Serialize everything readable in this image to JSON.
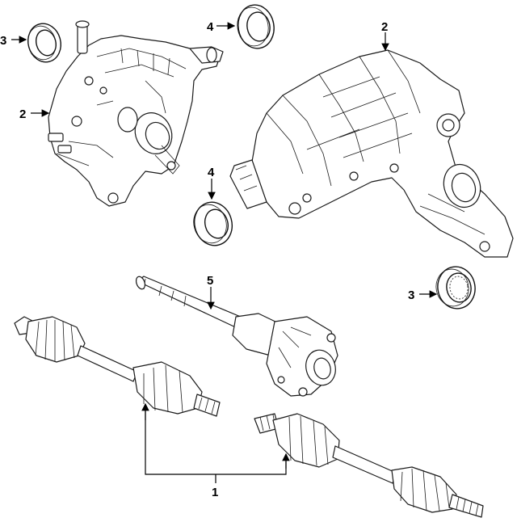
{
  "diagram": {
    "callouts": {
      "c1": "1",
      "c2a": "2",
      "c2b": "2",
      "c3a": "3",
      "c3b": "3",
      "c4a": "4",
      "c4b": "4",
      "c5": "5"
    },
    "parts": [
      {
        "id": "front-drive-unit",
        "callout": "2"
      },
      {
        "id": "rear-differential",
        "callout": "2"
      },
      {
        "id": "seal",
        "callout": "3"
      },
      {
        "id": "seal",
        "callout": "4"
      },
      {
        "id": "intermediate-shaft-assembly",
        "callout": "5"
      },
      {
        "id": "axle-shaft-assembly",
        "callout": "1"
      }
    ]
  }
}
